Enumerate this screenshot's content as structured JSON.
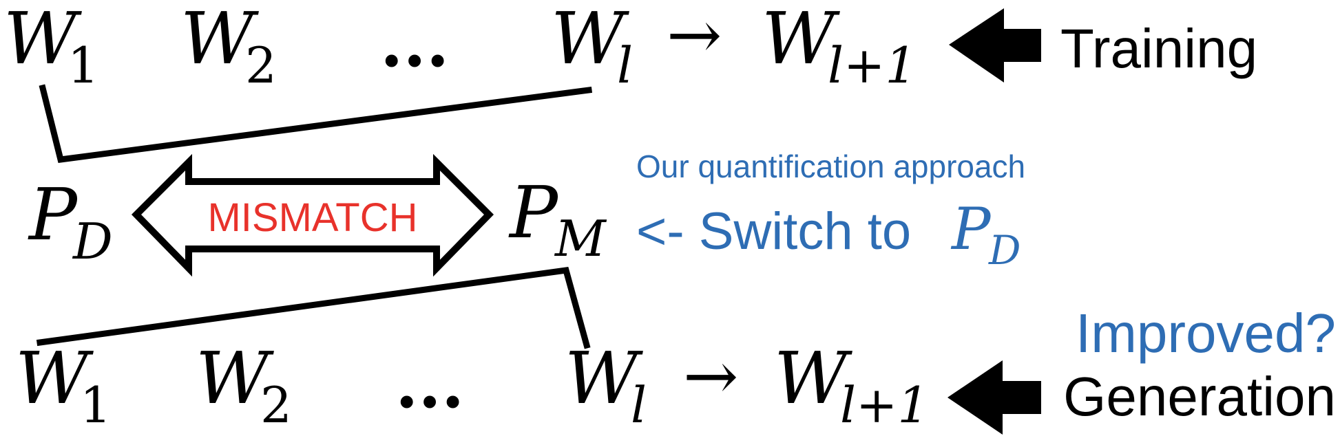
{
  "top_row": {
    "w1": {
      "base": "W",
      "sub": "1"
    },
    "w2": {
      "base": "W",
      "sub": "2"
    },
    "dots": "...",
    "wl": {
      "base": "W",
      "sub": "l"
    },
    "arrow": "→",
    "wl1": {
      "base": "W",
      "sub": "l+1"
    },
    "label": "Training"
  },
  "middle_row": {
    "pd": {
      "base": "P",
      "sub": "D"
    },
    "mismatch": "MISMATCH",
    "pm": {
      "base": "P",
      "sub": "M"
    },
    "approach": "Our quantification approach",
    "switch_prefix": "<- Switch to",
    "switch_target": {
      "base": "P",
      "sub": "D"
    }
  },
  "bottom_row": {
    "w1": {
      "base": "W",
      "sub": "1"
    },
    "w2": {
      "base": "W",
      "sub": "2"
    },
    "dots": "...",
    "wl": {
      "base": "W",
      "sub": "l"
    },
    "arrow": "→",
    "wl1": {
      "base": "W",
      "sub": "l+1"
    },
    "improved": "Improved?",
    "label": "Generation"
  },
  "colors": {
    "text": "#000000",
    "accent_blue": "#2e6db4",
    "mismatch_red": "#e8322b",
    "arrow_fill": "#000000"
  }
}
